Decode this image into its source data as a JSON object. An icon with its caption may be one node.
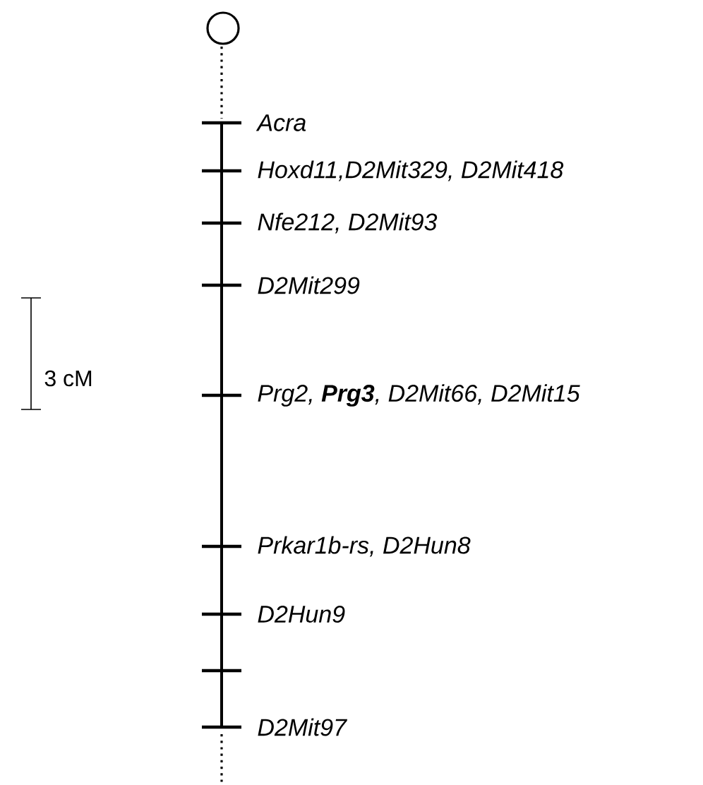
{
  "diagram": {
    "nodes": [
      {
        "text": [],
        "shape": "circle"
      }
    ],
    "labels": [
      "Acra",
      "Hoxd11,D2Mit329, D2Mit418",
      "Nfe212, D2Mit93",
      "D2Mit299",
      "Prg2, **Prg3**, D2Mit66, D2Mit15",
      "Prkar1b-rs, D2Hun8",
      "D2Hun9",
      "D2Mit97",
      "3 cM"
    ]
  }
}
